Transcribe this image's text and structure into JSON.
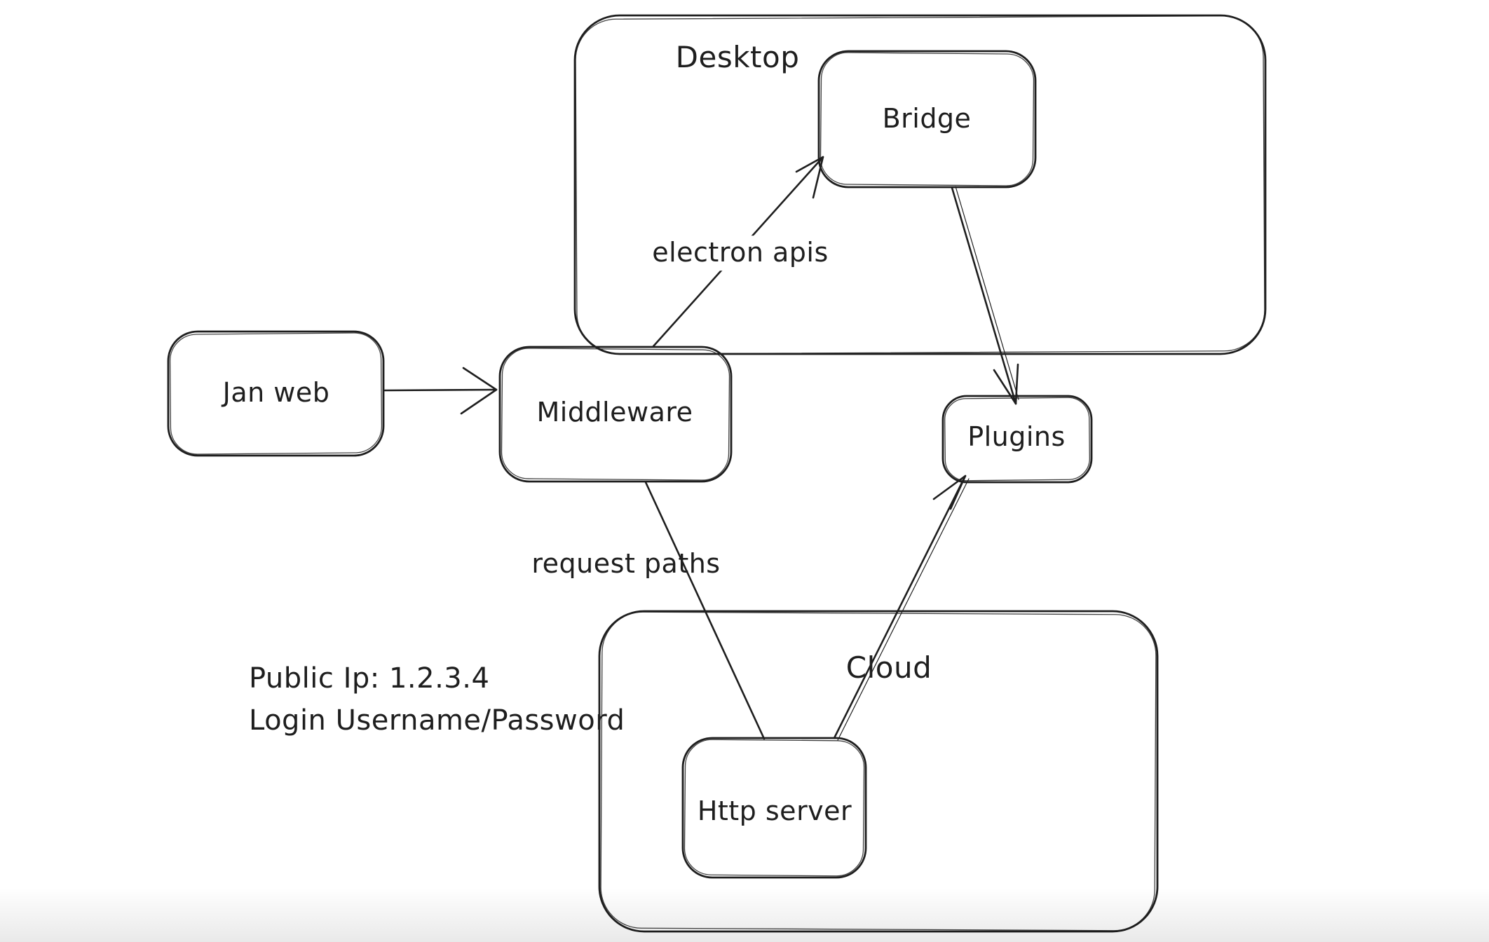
{
  "canvas": {
    "background": "#ffffff",
    "stroke_color": "#1e1e1e",
    "text_color": "#1e1e1e"
  },
  "diagram": {
    "containers": [
      {
        "id": "desktop",
        "label": "Desktop"
      },
      {
        "id": "cloud",
        "label": "Cloud"
      }
    ],
    "nodes": [
      {
        "id": "jan-web",
        "label": "Jan web"
      },
      {
        "id": "middleware",
        "label": "Middleware"
      },
      {
        "id": "bridge",
        "label": "Bridge"
      },
      {
        "id": "plugins",
        "label": "Plugins"
      },
      {
        "id": "http-server",
        "label": "Http server"
      }
    ],
    "edges": [
      {
        "from": "jan-web",
        "to": "middleware"
      },
      {
        "from": "middleware",
        "to": "bridge",
        "label": "electron apis"
      },
      {
        "from": "bridge",
        "to": "plugins"
      },
      {
        "from": "middleware",
        "to": "http-server",
        "label": "request paths"
      },
      {
        "from": "http-server",
        "to": "plugins"
      }
    ],
    "annotations": [
      {
        "text": "Public Ip: 1.2.3.4"
      },
      {
        "text": "Login Username/Password"
      }
    ]
  }
}
